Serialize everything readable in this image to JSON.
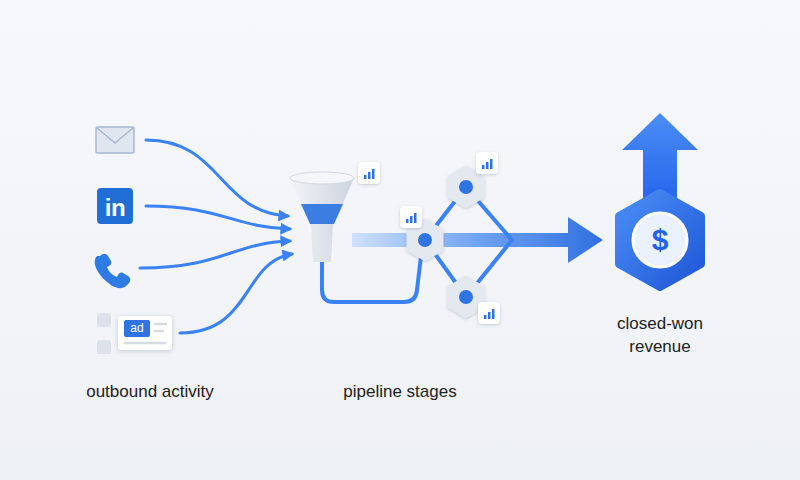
{
  "diagram": {
    "nodes": [
      {
        "text": [
          "in"
        ]
      },
      {
        "text": [
          "ad"
        ]
      },
      {
        "text": [
          "$",
          "closed-won revenue"
        ]
      }
    ],
    "labels": [
      "outbound activity",
      "pipeline stages"
    ]
  }
}
